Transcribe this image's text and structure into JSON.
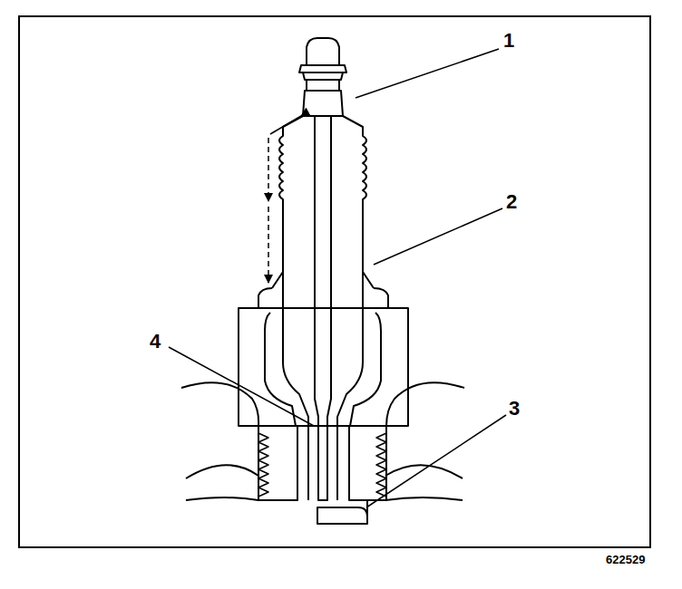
{
  "diagram": {
    "labels": [
      "1",
      "2",
      "3",
      "4",
      "622529"
    ]
  }
}
